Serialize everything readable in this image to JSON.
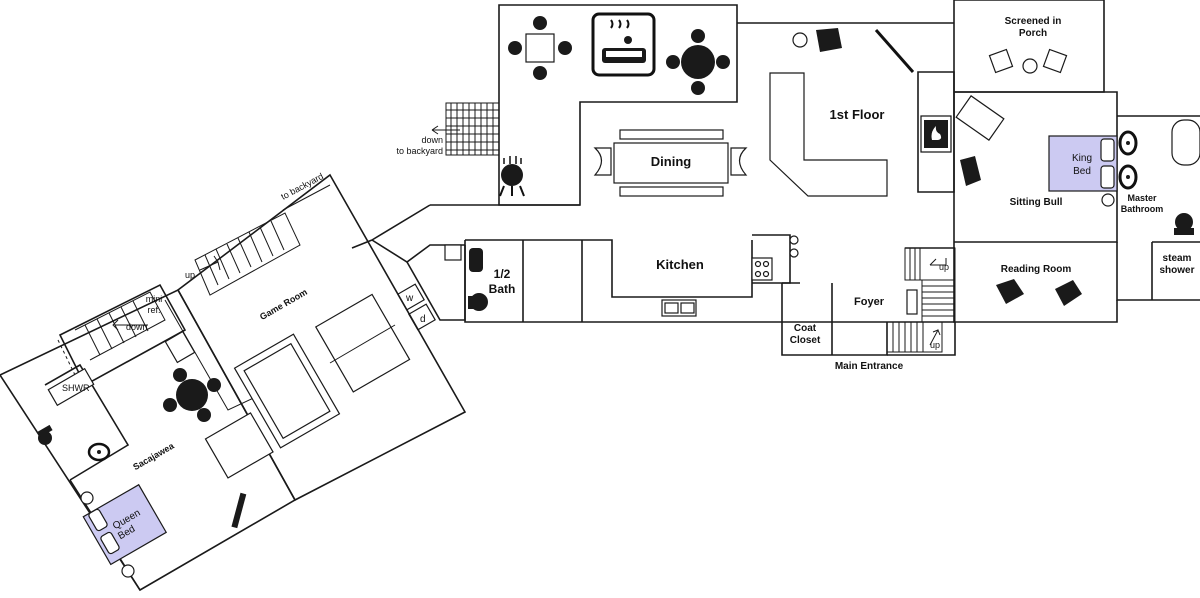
{
  "rooms": {
    "screened_porch": [
      "Screened in",
      "Porch"
    ],
    "first_floor": "1st Floor",
    "dining": "Dining",
    "kitchen": "Kitchen",
    "half_bath": [
      "1/2",
      "Bath"
    ],
    "foyer": "Foyer",
    "coat_closet": [
      "Coat",
      "Closet"
    ],
    "main_entrance": "Main Entrance",
    "sitting_bull": "Sitting Bull",
    "master_bathroom": [
      "Master",
      "Bathroom"
    ],
    "steam_shower": [
      "steam",
      "shower"
    ],
    "reading_room": "Reading Room",
    "game_room": "Game Room",
    "sacajawea": "Sacajawea",
    "shwr": "SHWR",
    "mini_ref": [
      "mini",
      "ref."
    ]
  },
  "beds": {
    "king": [
      "King",
      "Bed"
    ],
    "queen": [
      "Queen",
      "Bed"
    ]
  },
  "stairs": {
    "down_backyard": [
      "down",
      "to backyard"
    ],
    "to_backyard": "to backyard",
    "up_left": "up",
    "down_left": "down",
    "up_right_top": "up",
    "up_right_bottom": "up"
  },
  "appliances": {
    "washer": "w",
    "dryer": "d"
  },
  "colors": {
    "bed_fill": "#cccaf2",
    "wall": "#1a1a1a"
  }
}
